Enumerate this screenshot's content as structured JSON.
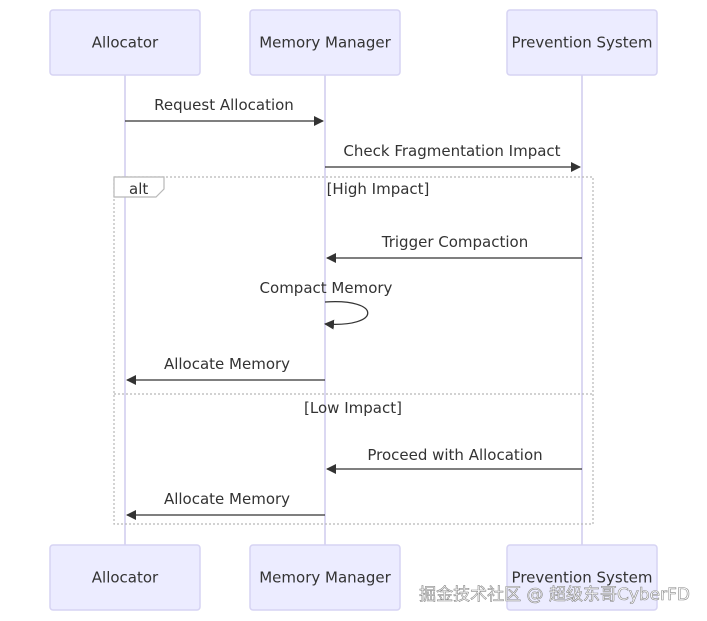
{
  "actors": [
    {
      "id": "allocator",
      "label": "Allocator"
    },
    {
      "id": "memory-manager",
      "label": "Memory Manager"
    },
    {
      "id": "prevention-system",
      "label": "Prevention System"
    }
  ],
  "messages": [
    {
      "id": "request-allocation",
      "label": "Request Allocation",
      "from": "allocator",
      "to": "memory-manager"
    },
    {
      "id": "check-fragmentation",
      "label": "Check Fragmentation Impact",
      "from": "memory-manager",
      "to": "prevention-system"
    },
    {
      "id": "trigger-compaction",
      "label": "Trigger Compaction",
      "from": "prevention-system",
      "to": "memory-manager"
    },
    {
      "id": "compact-memory",
      "label": "Compact Memory",
      "from": "memory-manager",
      "to": "memory-manager"
    },
    {
      "id": "allocate-memory-1",
      "label": "Allocate Memory",
      "from": "memory-manager",
      "to": "allocator"
    },
    {
      "id": "proceed-allocation",
      "label": "Proceed with Allocation",
      "from": "prevention-system",
      "to": "memory-manager"
    },
    {
      "id": "allocate-memory-2",
      "label": "Allocate Memory",
      "from": "memory-manager",
      "to": "allocator"
    }
  ],
  "alt_block": {
    "keyword": "alt",
    "condition_1": "[High Impact]",
    "condition_2": "[Low Impact]"
  },
  "watermark": "掘金技术社区 @ 超级东哥CyberFD"
}
